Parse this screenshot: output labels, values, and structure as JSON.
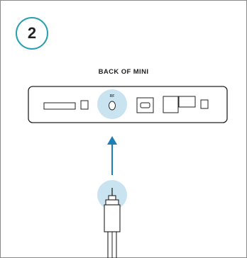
{
  "step": {
    "number": "2"
  },
  "device": {
    "title": "BACK OF MINI",
    "rf_port_label": "RF"
  },
  "colors": {
    "accent": "#2a9fb0",
    "arrow": "#1d7fb8",
    "highlight": "#c9e3f0",
    "line": "#222222"
  },
  "icons": [
    "up-arrow-icon",
    "coax-cable-icon"
  ]
}
